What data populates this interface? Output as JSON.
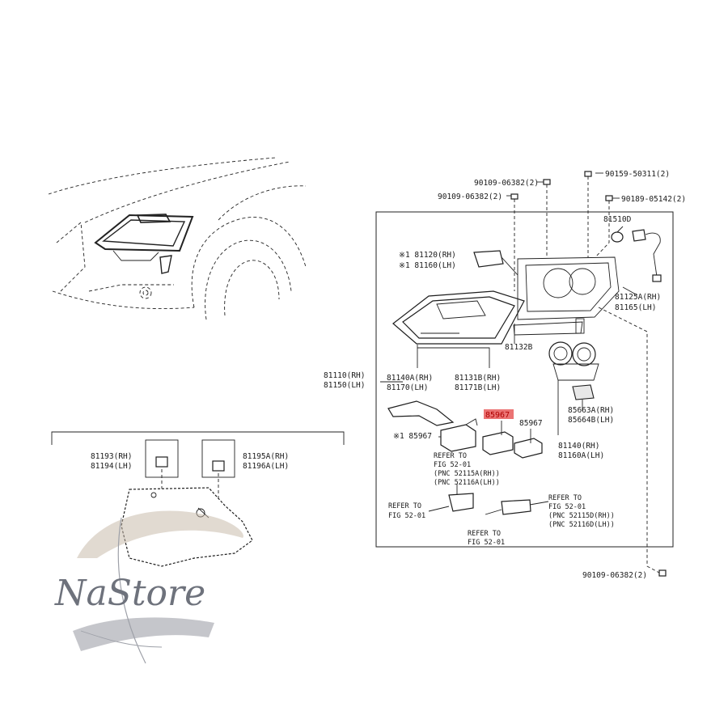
{
  "diagram": {
    "frame_label_main_rh": "81110(RH)",
    "frame_label_main_lh": "81150(LH)",
    "screws": {
      "s1": "90109-06382(2)",
      "s2": "90109-06382(2)",
      "s3": "90159-50311(2)",
      "s4": "90189-05142(2)",
      "s5": "90109-06382(2)"
    },
    "parts": {
      "p81510": "81510D",
      "p81120_rh": "※1 81120(RH)",
      "p81160_lh": "※1 81160(LH)",
      "p81125": "81125A(RH)",
      "p81165": "81165(LH)",
      "p81132": "81132B",
      "p81140_rh": "81140A(RH)",
      "p81170_lh": "81170(LH)",
      "p81131_rh": "81131B(RH)",
      "p81171_lh": "81171B(LH)",
      "p85663_rh": "85663A(RH)",
      "p85664_lh": "85664B(LH)",
      "p85967_highlight": "85967",
      "p85967_right": "85967",
      "p85967_left": "※1 85967",
      "p81140b_rh": "81140(RH)",
      "p81160a_lh": "81160A(LH)"
    },
    "refer_top": [
      "REFER TO",
      "FIG 52-01",
      "(PNC 52115A(RH))",
      "(PNC 52116A(LH))"
    ],
    "refer_left": [
      "REFER TO",
      "FIG 52-01"
    ],
    "refer_right": [
      "REFER TO",
      "FIG 52-01",
      "(PNC 52115D(RH))",
      "(PNC 52116D(LH))"
    ],
    "refer_bottom": [
      "REFER TO",
      "FIG 52-01"
    ],
    "inset": {
      "l81193": "81193(RH)",
      "l81194": "81194(LH)",
      "l81195": "81195A(RH)",
      "l81196": "81196A(LH)"
    }
  },
  "watermark": {
    "text": "NaStore"
  },
  "colors": {
    "highlight": "#e85a5a",
    "line": "#222222",
    "logo_grey": "#555a66",
    "logo_tan": "#c4b5a5"
  }
}
